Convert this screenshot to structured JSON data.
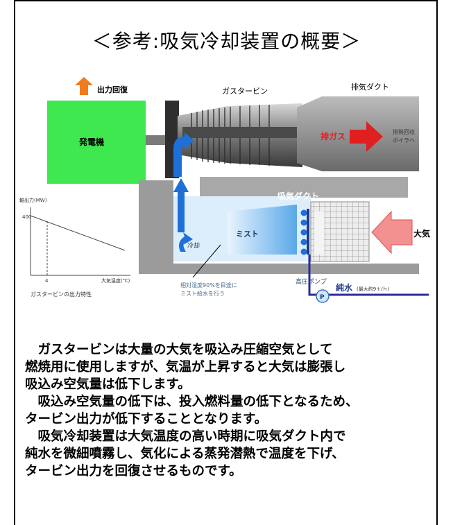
{
  "title": "＜参考:吸気冷却装置の概要＞",
  "diagram": {
    "output_recovery": "出力回復",
    "generator": "発電機",
    "gas_turbine": "ガスタービン",
    "exhaust_duct": "排気ダクト",
    "exhaust_gas": "排ガス",
    "to_boiler_line1": "排熱回収",
    "to_boiler_line2": "ボイラへ",
    "intake_duct": "吸気ダクト",
    "atmosphere": "大気",
    "mist": "ミスト",
    "cooling": "冷却",
    "mist_note_line1": "相対湿度90%を目途に",
    "mist_note_line2": "ミスト給水を行う",
    "hp_pump": "高圧ポンプ",
    "pump_symbol": "P",
    "pure_water": "純水",
    "pure_water_note": "(最大約9ｔ/ｈ)",
    "graph_ylabel": "軸出力(MW)",
    "graph_ytick": "400",
    "graph_xtick": "4",
    "graph_xlabel": "大気温度(℃)",
    "graph_caption": "ガスタービンの出力特性"
  },
  "description": [
    "　ガスタービンは大量の大気を吸込み圧縮空気として",
    "燃焼用に使用しますが、気温が上昇すると大気は膨張し",
    "吸込み空気量は低下します。",
    "　吸込み空気量の低下は、投入燃料量の低下となるため、",
    "タービン出力が低下することとなります。",
    "　吸気冷却装置は大気温度の高い時期に吸気ダクト内で",
    "純水を微細噴霧し、気化による蒸発潜熱で温度を下げ、",
    "タービン出力を回復させるものです。"
  ]
}
